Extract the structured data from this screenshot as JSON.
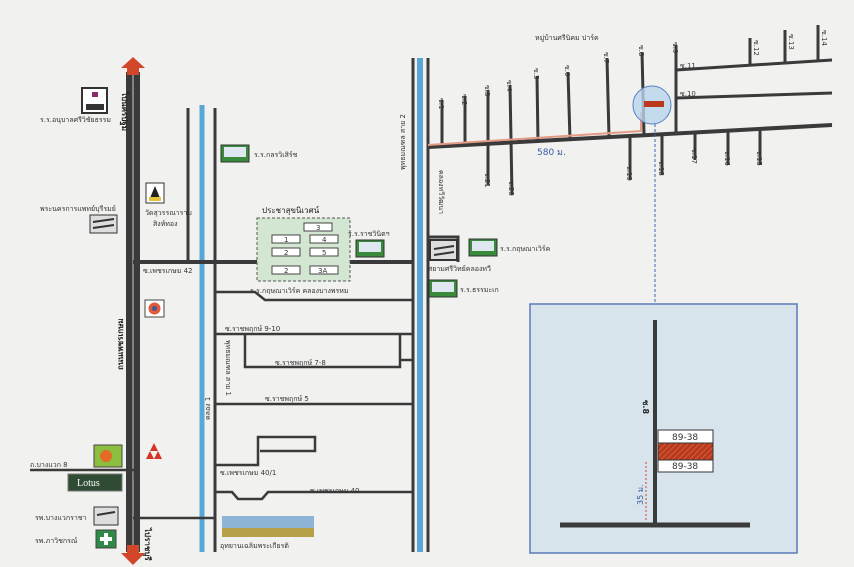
{
  "map": {
    "main_road": "ถนนเพชรเกษม",
    "north_direction": "ไปนครปฐม",
    "south_direction": "ไปราชบุรี",
    "road_phutthamonthon_sai1": "พุทธมณฑล สาย 1",
    "road_canal_1": "คลอง 1",
    "road_phutthamonthon_sai2": "พุทธมณฑล สาย 2",
    "road_canal_2": "คลองทวีวัฒนา",
    "village_name": "หมู่บ้านศรีนิคม ปาร์ค",
    "distance": "580 ม.",
    "soi_up": [
      "ซ.1",
      "ซ.2",
      "ซ.3",
      "ซ.4",
      "ซ.5",
      "ซ.6",
      "ซ.7",
      "ซ.8",
      "ซ.9"
    ],
    "soi_down": [
      "ซ.21",
      "ซ.20",
      "ซ.19",
      "ซ.18",
      "ซ.17",
      "ซ.16",
      "ซ.15"
    ],
    "soi_branch": [
      "ซ.11",
      "ซ.10"
    ],
    "soi_top_right": [
      "ซ.12",
      "ซ.13",
      "ซ.14"
    ],
    "landmarks": {
      "school_top": "ร.ร.อนุบาลศรีวิชัยธรรม",
      "school_kasem": "ร.ร.กลรวิเสิร์ช",
      "temple": "วัดสุวรรณาราม",
      "temple_line2": "สิงห์ทอง",
      "hospital_building": "พระนครการแพทย์บุรีรมย์",
      "soi_42": "ซ.เพชรเกษม 42",
      "village_complex": "ประชาสุขนิเวศน์",
      "school_rajvinit": "ร.ร.ราชวินิตฯ",
      "road_phutthamonthon_school": "ร.ร.กฤษณาเวิร์ค คลองบางพรหม",
      "soi_9_10": "ซ.ราชพฤกษ์ 9-10",
      "soi_7_8": "ซ.ราชพฤกษ์ 7-8",
      "soi_5": "ซ.ราชพฤกษ์ 5",
      "soi_40": "ซ.เพชรเกษม 40/1",
      "soi_40b": "ซ.เพชรเกษม 40",
      "hospital_right": "สยามศรีวิทย์คลองทวี",
      "school_right": "ร.ร.กฤษณาเวิร์ค",
      "school_right2": "ร.ร.ธรรมะเก",
      "soi_8": "ถ.บางแวก 8",
      "lotus": "Lotus",
      "bangkok_hospital": "รพ.บางแวกราชา",
      "clinic": "รพ.ภาวิชกรณ์",
      "palace": "อุทยานเฉลิมพระเกียรติ"
    },
    "block_numbers": [
      "3",
      "1",
      "4",
      "2",
      "5",
      "2",
      "3A"
    ]
  },
  "inset": {
    "soi": "ซ.8",
    "plot_top": "89-38",
    "plot_bottom": "89-38",
    "distance": "35 ม."
  },
  "colors": {
    "road": "#3a3a3a",
    "canal": "#5aa6d6",
    "arrow": "#d2462a",
    "plot": "#b8391c",
    "inset_bg": "#d8e4ec",
    "route": "#e59a86"
  }
}
